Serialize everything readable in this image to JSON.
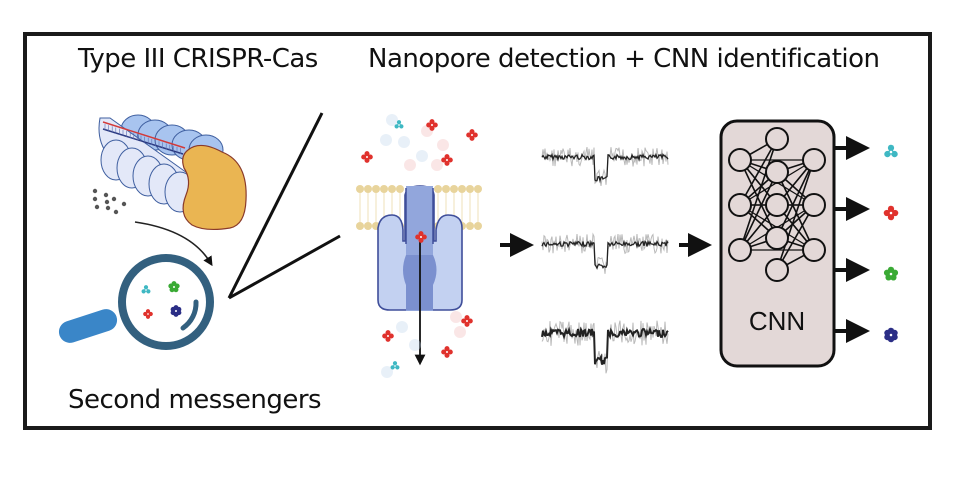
{
  "panels": {
    "left_title": "Type III CRISPR-Cas",
    "center_title": "Nanopore detection + CNN identification",
    "bottom_label": "Second messengers"
  },
  "cnn": {
    "label": "CNN",
    "layers": [
      1,
      3,
      3,
      3,
      1
    ],
    "box_color": "#e3d8d7"
  },
  "outputs": [
    {
      "name": "cyan-trimer",
      "color": "#3fb8c3"
    },
    {
      "name": "red-tetramer",
      "color": "#e0322d"
    },
    {
      "name": "green-pentamer",
      "color": "#3aaa35"
    },
    {
      "name": "navy-hexamer",
      "color": "#2b2e86"
    }
  ],
  "traces": [
    {
      "style": "sparse"
    },
    {
      "style": "sparse"
    },
    {
      "style": "dense"
    }
  ],
  "colors": {
    "cas_subunit": "#e3e8f8",
    "cas_top": "#a8c4ef",
    "cas_large": "#eab552",
    "crrna_red": "#d23a3a",
    "target_navy": "#2b3a80",
    "magnifier_ring": "#33607f",
    "magnifier_handle": "#3a86c8",
    "pore_light": "#b9c9ee",
    "pore_dark": "#8ea3da",
    "membrane": "#e8d49c"
  }
}
